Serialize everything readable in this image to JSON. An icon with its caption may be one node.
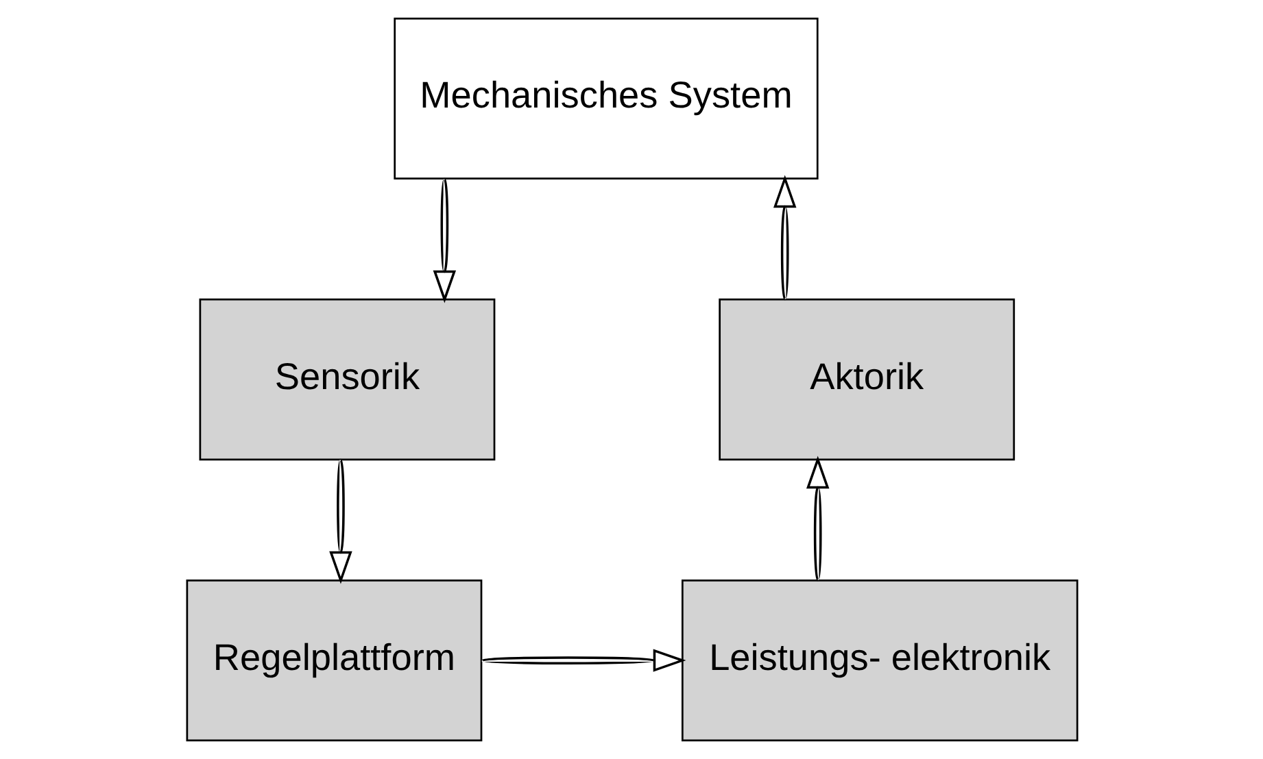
{
  "diagram": {
    "nodes": [
      {
        "text": [
          "Mechanisches System"
        ]
      },
      {
        "text": [
          "Sensorik"
        ]
      },
      {
        "text": [
          "Regelplattform"
        ]
      },
      {
        "text": [
          "Leistungs- elektronik"
        ]
      },
      {
        "text": [
          "Aktorik"
        ]
      }
    ],
    "edges": [
      {
        "from": 0,
        "to": 1,
        "arrow": "to"
      },
      {
        "from": 1,
        "to": 2,
        "arrow": "to"
      },
      {
        "from": 2,
        "to": 3,
        "arrow": "to"
      },
      {
        "from": 3,
        "to": 4,
        "arrow": "to"
      },
      {
        "from": 4,
        "to": 0,
        "arrow": "to"
      }
    ]
  }
}
